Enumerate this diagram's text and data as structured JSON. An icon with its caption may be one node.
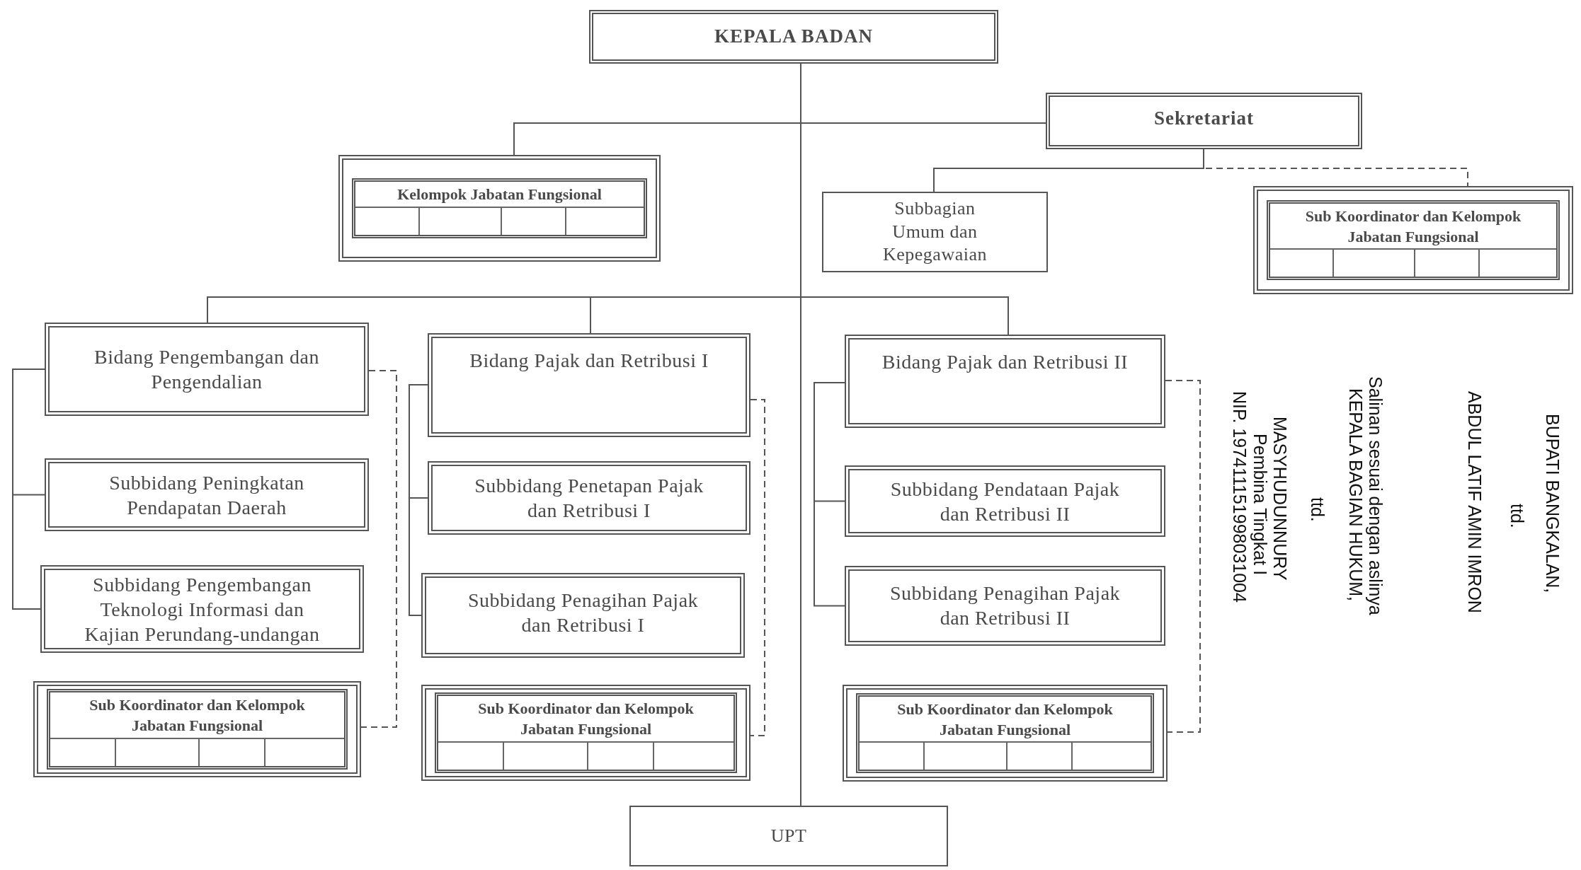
{
  "diagram": {
    "nodes": [
      {
        "text": [
          "KEPALA BADAN"
        ]
      },
      {
        "text": [
          "Sekretariat"
        ]
      },
      {
        "text": [
          "Kelompok Jabatan Fungsional"
        ]
      },
      {
        "text": [
          "Subbagian Umum dan Kepegawaian"
        ]
      },
      {
        "text": [
          "Sub Koordinator dan Kelompok Jabatan Fungsional"
        ]
      },
      {
        "text": [
          "Bidang Pengembangan dan Pengendalian"
        ]
      },
      {
        "text": [
          "Subbidang Peningkatan Pendapatan Daerah"
        ]
      },
      {
        "text": [
          "Subbidang Pengembangan Teknologi Informasi dan Kajian Perundang-undangan"
        ]
      },
      {
        "text": [
          "Sub Koordinator dan Kelompok Jabatan Fungsional"
        ]
      },
      {
        "text": [
          "Bidang Pajak dan Retribusi I"
        ]
      },
      {
        "text": [
          "Subbidang Penetapan Pajak dan Retribusi I"
        ]
      },
      {
        "text": [
          "Subbidang Penagihan Pajak dan Retribusi I"
        ]
      },
      {
        "text": [
          "Sub Koordinator dan Kelompok Jabatan Fungsional"
        ]
      },
      {
        "text": [
          "Bidang Pajak dan Retribusi II"
        ]
      },
      {
        "text": [
          "Subbidang Pendataan Pajak dan Retribusi II"
        ]
      },
      {
        "text": [
          "Subbidang Penagihan Pajak dan Retribusi II"
        ]
      },
      {
        "text": [
          "Sub Koordinator dan Kelompok Jabatan Fungsional"
        ]
      },
      {
        "text": [
          "UPT"
        ]
      }
    ],
    "edges": [
      {
        "from": 0,
        "to": 1,
        "arrow": "none"
      },
      {
        "from": 0,
        "to": 2,
        "arrow": "none"
      },
      {
        "from": 0,
        "to": 5,
        "arrow": "none"
      },
      {
        "from": 0,
        "to": 9,
        "arrow": "none"
      },
      {
        "from": 0,
        "to": 13,
        "arrow": "none"
      },
      {
        "from": 0,
        "to": 17,
        "arrow": "none"
      },
      {
        "from": 1,
        "to": 3,
        "arrow": "none"
      },
      {
        "from": 1,
        "to": 4,
        "arrow": "none",
        "style": "dashed"
      },
      {
        "from": 5,
        "to": 6,
        "arrow": "none"
      },
      {
        "from": 5,
        "to": 7,
        "arrow": "none"
      },
      {
        "from": 5,
        "to": 8,
        "arrow": "none",
        "style": "dashed"
      },
      {
        "from": 9,
        "to": 10,
        "arrow": "none"
      },
      {
        "from": 9,
        "to": 11,
        "arrow": "none"
      },
      {
        "from": 9,
        "to": 12,
        "arrow": "none",
        "style": "dashed"
      },
      {
        "from": 13,
        "to": 14,
        "arrow": "none"
      },
      {
        "from": 13,
        "to": 15,
        "arrow": "none"
      },
      {
        "from": 13,
        "to": 16,
        "arrow": "none",
        "style": "dashed"
      }
    ],
    "labels": [
      "BUPATI BANGKALAN,",
      "ttd.",
      "ABDUL LATIF AMIN IMRON",
      "Salinan sesuai dengan aslinya",
      "KEPALA BAGIAN HUKUM,",
      "ttd.",
      "MASYHUDUNNURY",
      "Pembina Tingkat I",
      "NIP. 197411151998031004"
    ]
  }
}
